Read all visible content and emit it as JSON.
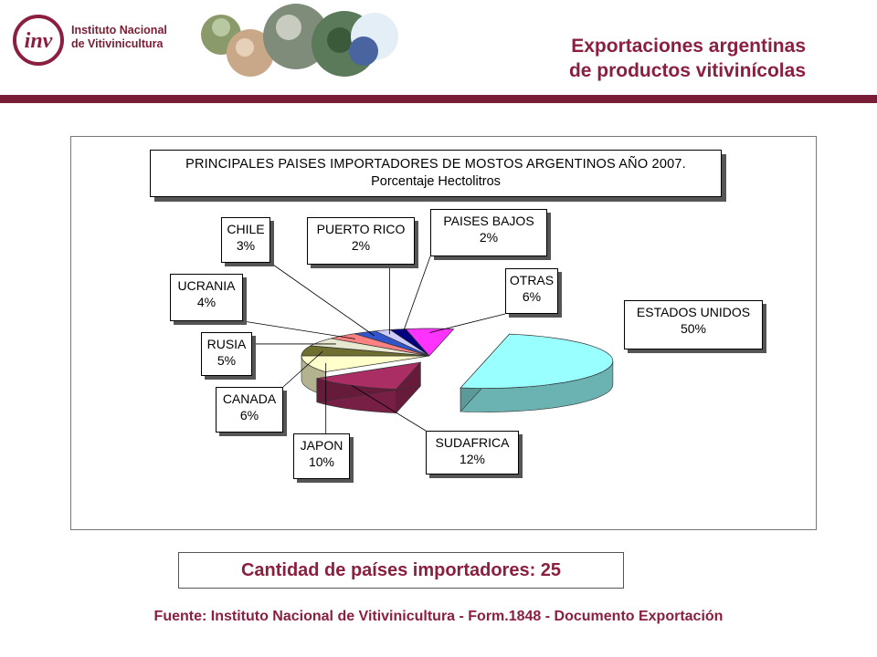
{
  "header": {
    "logo_mark": "inv",
    "logo_line1": "Instituto Nacional",
    "logo_line2": "de Vitivinicultura",
    "title_line1": "Exportaciones argentinas",
    "title_line2": "de productos vitivinícolas"
  },
  "chart_data": {
    "type": "pie",
    "title": "PRINCIPALES PAISES IMPORTADORES DE MOSTOS ARGENTINOS AÑO 2007.",
    "subtitle": "Porcentaje Hectolitros",
    "slices": [
      {
        "label": "ESTADOS UNIDOS",
        "value": 50,
        "pct_text": "50%",
        "color": "#99ffff"
      },
      {
        "label": "SUDAFRICA",
        "value": 12,
        "pct_text": "12%",
        "color": "#aa2d63"
      },
      {
        "label": "JAPON",
        "value": 10,
        "pct_text": "10%",
        "color": "#ffffcc"
      },
      {
        "label": "CANADA",
        "value": 6,
        "pct_text": "6%",
        "color": "#6f6f2f"
      },
      {
        "label": "RUSIA",
        "value": 5,
        "pct_text": "5%",
        "color": "#e8e8d0"
      },
      {
        "label": "UCRANIA",
        "value": 4,
        "pct_text": "4%",
        "color": "#ff8080"
      },
      {
        "label": "CHILE",
        "value": 3,
        "pct_text": "3%",
        "color": "#3355cc"
      },
      {
        "label": "PUERTO RICO",
        "value": 2,
        "pct_text": "2%",
        "color": "#ccccff"
      },
      {
        "label": "PAISES BAJOS",
        "value": 2,
        "pct_text": "2%",
        "color": "#000080"
      },
      {
        "label": "OTRAS",
        "value": 6,
        "pct_text": "6%",
        "color": "#ff33ff"
      }
    ]
  },
  "summary": "Cantidad de países importadores: 25",
  "source": "Fuente:  Instituto Nacional de Vitivinicultura - Form.1848 - Documento Exportación"
}
